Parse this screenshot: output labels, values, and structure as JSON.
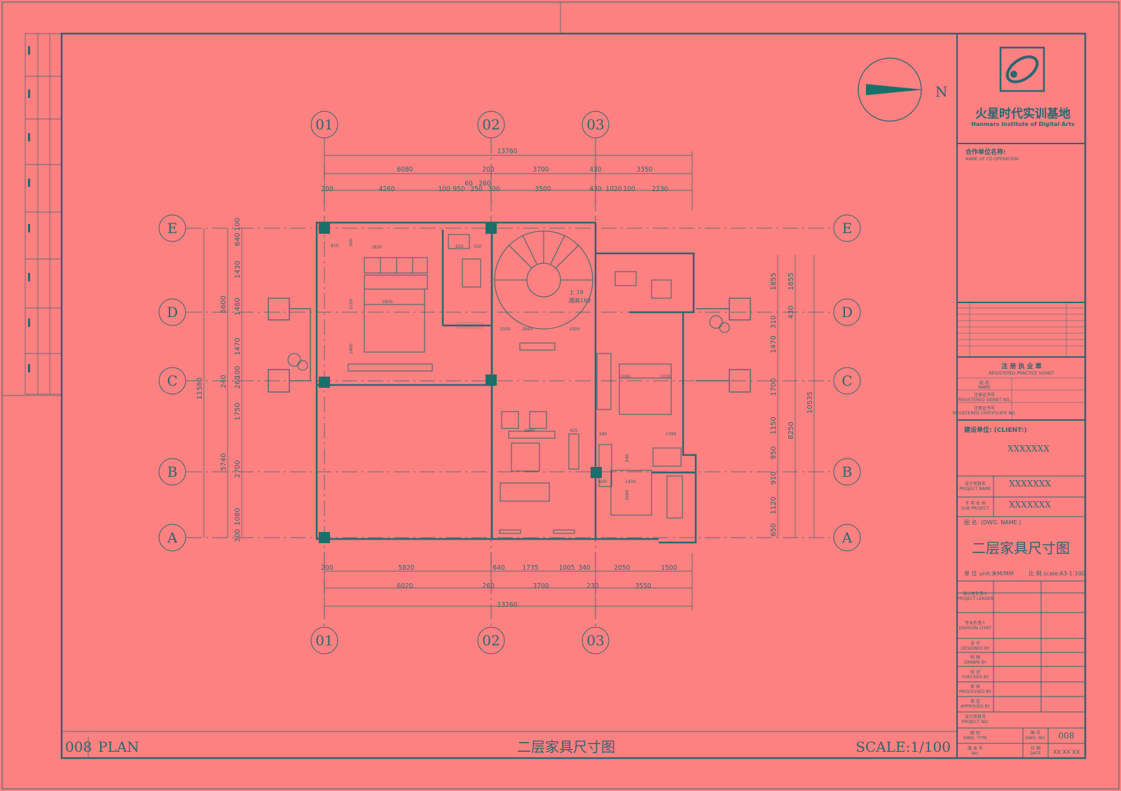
{
  "colors": {
    "background": "#fe8181",
    "line": "#2a6670",
    "column": "#1b6f6a"
  },
  "compass": {
    "label": "N"
  },
  "axes": {
    "vertical": [
      "01",
      "02",
      "03"
    ],
    "horizontal": [
      "E",
      "D",
      "C",
      "B",
      "A"
    ]
  },
  "dims": {
    "top_total": "13760",
    "top_row1": [
      "6080",
      "200",
      "3700",
      "430",
      "3350"
    ],
    "top_row2": [
      "200",
      "4260",
      "100",
      "950",
      "60",
      "250",
      "260",
      "300",
      "3500",
      "430",
      "1020",
      "100",
      "2230"
    ],
    "bottom_row1": [
      "200",
      "5820",
      "640",
      "1735",
      "1005",
      "340",
      "2050",
      "1500"
    ],
    "bottom_row2": [
      "6020",
      "260",
      "3700",
      "230",
      "3550"
    ],
    "bottom_total": "13760",
    "left_total": "11580",
    "left_mid": [
      "5600",
      "240",
      "5740"
    ],
    "left_inner": [
      "640",
      "100",
      "1430",
      "1460",
      "1470",
      "100",
      "260",
      "1750",
      "2700",
      "1080",
      "300"
    ],
    "right_outer": "10535",
    "right_mid": [
      "1855",
      "8250"
    ],
    "right_inner": [
      "1855",
      "430",
      "310",
      "1470",
      "1700",
      "1150",
      "950",
      "910",
      "1120",
      "650"
    ]
  },
  "room_labels": [
    "810",
    "990",
    "3830",
    "1800",
    "2100",
    "1460",
    "950",
    "550",
    "1000",
    "2660",
    "1000",
    "2960",
    "425",
    "2090",
    "1030",
    "1390",
    "1430",
    "2080",
    "600",
    "580",
    "640"
  ],
  "stair_label": "上 19",
  "stair_label2": "踏高169",
  "footer": {
    "sheet_no": "008",
    "view": "PLAN",
    "title": "二层家具尺寸图",
    "scale": "SCALE:1/100"
  },
  "title_block": {
    "org_cn": "火星时代实训基地",
    "org_en": "Hanmars Institute of Digital Arts",
    "coop_label": "合作单位名称:",
    "coop_label_en": "NAME OF CO-OPERATION:",
    "stamp_label": "注 册 执 业 章",
    "stamp_label_en": "REGISTERED PRACTICE SIGNET",
    "stamp_name": "姓 名",
    "stamp_name_en": "NAME",
    "stamp_signet": "注册证书号",
    "stamp_signet_en": "REGISTERED SIGNET NO.",
    "stamp_cert": "注册证书号",
    "stamp_cert_en": "REGISTERED CERTIFICATE NO.",
    "client_label": "建设单位: (CLIENT:)",
    "client_value": "XXXXXXX",
    "project_label": "设计项目名",
    "project_label_en": "PROJECT NAME",
    "project_value": "XXXXXXX",
    "sub_label": "子 项 名 称",
    "sub_label_en": "SUB PROJECT",
    "sub_value": "XXXXXXX",
    "dwg_name_label": "图 名: (DWG. NAME:)",
    "dwg_name": "二层家具尺寸图",
    "unit_label": "单 位 unit:米M/MM",
    "scale_label": "比 例 scale:A3-1:100",
    "roles": [
      {
        "cn": "设计总负责人",
        "en": "PROJECT LEADER"
      },
      {
        "cn": "专业负责人",
        "en": "DIVISION CHIEF"
      },
      {
        "cn": "设 计",
        "en": "DESIGNED BY"
      },
      {
        "cn": "制 图",
        "en": "DRAWN BY"
      },
      {
        "cn": "校 对",
        "en": "CHECKED BY"
      },
      {
        "cn": "审 核",
        "en": "PROCESSED BY"
      },
      {
        "cn": "审 定",
        "en": "APPROVED BY"
      },
      {
        "cn": "设计项目号",
        "en": "PROJECT NO."
      }
    ],
    "dwg_type_label": "图 别",
    "dwg_type_en": "DWG. TYPE",
    "dwg_no_label": "图 号",
    "dwg_no_en": "DWG. NO.",
    "dwg_no": "008",
    "ver_label": "版 本 号",
    "ver_en": "Ver.",
    "date_label": "日 期",
    "date_en": "DATE",
    "date_value": "XX XX XX"
  }
}
